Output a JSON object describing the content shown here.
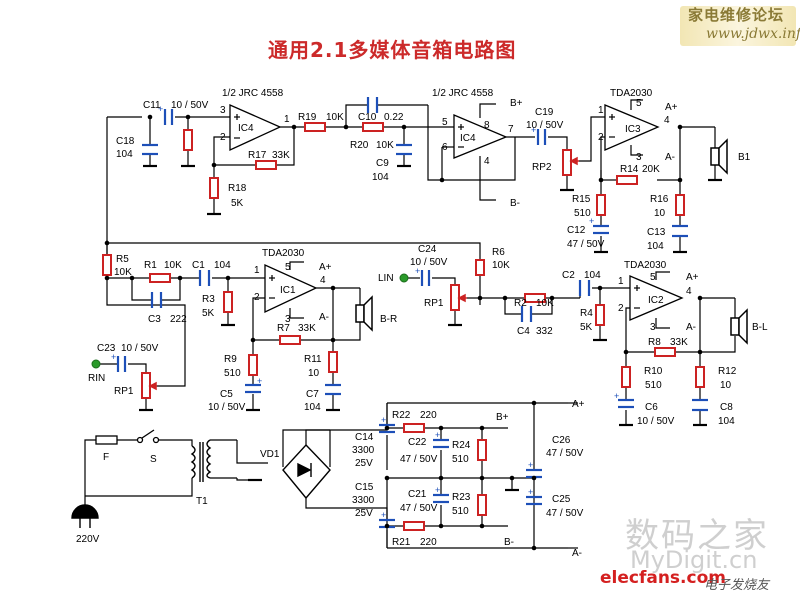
{
  "title": "通用2.1多媒体音箱电路图",
  "watermarks": {
    "top_cn": "家电维修论坛",
    "top_en": "www.jdwx.info",
    "mydigit_cn": "数码之家",
    "mydigit_en": "MyDigit.cn",
    "elecfans": "elecfans.com",
    "elecfans_cn": "电子发烧友"
  },
  "colors": {
    "title": "#cc2a2a",
    "wire": "#000000",
    "resistor": "#cc2222",
    "electrolytic": "#1d4fb8",
    "node": "#000000",
    "terminal": "#2a9a2a",
    "watermark_gray": "#cfcfcf",
    "elecfans": "#d42020"
  },
  "labels": [
    {
      "id": "ic4a_name",
      "text": "1/2 JRC 4558"
    },
    {
      "id": "ic4a",
      "text": "IC4"
    },
    {
      "id": "ic4a_p3",
      "text": "3"
    },
    {
      "id": "ic4a_p2",
      "text": "2"
    },
    {
      "id": "ic4a_p1",
      "text": "1"
    },
    {
      "id": "c11",
      "text": "C11"
    },
    {
      "id": "c11v",
      "text": "10 / 50V"
    },
    {
      "id": "c18",
      "text": "C18"
    },
    {
      "id": "c18v",
      "text": "104"
    },
    {
      "id": "r17",
      "text": "R17"
    },
    {
      "id": "r17v",
      "text": "33K"
    },
    {
      "id": "r18",
      "text": "R18"
    },
    {
      "id": "r18v",
      "text": "5K"
    },
    {
      "id": "r19",
      "text": "R19"
    },
    {
      "id": "r19v",
      "text": "10K"
    },
    {
      "id": "r20",
      "text": "R20"
    },
    {
      "id": "r20v",
      "text": "10K"
    },
    {
      "id": "c10",
      "text": "C10"
    },
    {
      "id": "c10v",
      "text": "0.22"
    },
    {
      "id": "c9",
      "text": "C9"
    },
    {
      "id": "c9v",
      "text": "104"
    },
    {
      "id": "ic4b_name",
      "text": "1/2 JRC 4558"
    },
    {
      "id": "ic4b",
      "text": "IC4"
    },
    {
      "id": "ic4b_p5",
      "text": "5"
    },
    {
      "id": "ic4b_p6",
      "text": "6"
    },
    {
      "id": "ic4b_p7",
      "text": "7"
    },
    {
      "id": "ic4b_p8",
      "text": "8"
    },
    {
      "id": "ic4b_p4",
      "text": "4"
    },
    {
      "id": "bplus1",
      "text": "B+"
    },
    {
      "id": "bminus1",
      "text": "B-"
    },
    {
      "id": "c19",
      "text": "C19"
    },
    {
      "id": "c19v",
      "text": "10 / 50V"
    },
    {
      "id": "rp2",
      "text": "RP2"
    },
    {
      "id": "ic3_name",
      "text": "TDA2030"
    },
    {
      "id": "ic3",
      "text": "IC3"
    },
    {
      "id": "ic3_p1",
      "text": "1"
    },
    {
      "id": "ic3_p2",
      "text": "2"
    },
    {
      "id": "ic3_p3",
      "text": "3"
    },
    {
      "id": "ic3_p4",
      "text": "4"
    },
    {
      "id": "ic3_p5",
      "text": "5"
    },
    {
      "id": "ic3_ap",
      "text": "A+"
    },
    {
      "id": "ic3_am",
      "text": "A-"
    },
    {
      "id": "r14",
      "text": "R14"
    },
    {
      "id": "r14v",
      "text": "20K"
    },
    {
      "id": "r15",
      "text": "R15"
    },
    {
      "id": "r15v",
      "text": "510"
    },
    {
      "id": "c12",
      "text": "C12"
    },
    {
      "id": "c12v",
      "text": "47 / 50V"
    },
    {
      "id": "r16",
      "text": "R16"
    },
    {
      "id": "r16v",
      "text": "10"
    },
    {
      "id": "c13",
      "text": "C13"
    },
    {
      "id": "c13v",
      "text": "104"
    },
    {
      "id": "b1",
      "text": "B1"
    },
    {
      "id": "r5",
      "text": "R5"
    },
    {
      "id": "r5v",
      "text": "10K"
    },
    {
      "id": "r1",
      "text": "R1"
    },
    {
      "id": "r1v",
      "text": "10K"
    },
    {
      "id": "c1",
      "text": "C1"
    },
    {
      "id": "c1v",
      "text": "104"
    },
    {
      "id": "c3",
      "text": "C3"
    },
    {
      "id": "c3v",
      "text": "222"
    },
    {
      "id": "r3",
      "text": "R3"
    },
    {
      "id": "r3v",
      "text": "5K"
    },
    {
      "id": "ic1_name",
      "text": "TDA2030"
    },
    {
      "id": "ic1",
      "text": "IC1"
    },
    {
      "id": "ic1_p1",
      "text": "1"
    },
    {
      "id": "ic1_p2",
      "text": "2"
    },
    {
      "id": "ic1_p3",
      "text": "3"
    },
    {
      "id": "ic1_p4",
      "text": "4"
    },
    {
      "id": "ic1_p5",
      "text": "5"
    },
    {
      "id": "ic1_ap",
      "text": "A+"
    },
    {
      "id": "ic1_am",
      "text": "A-"
    },
    {
      "id": "r7",
      "text": "R7"
    },
    {
      "id": "r7v",
      "text": "33K"
    },
    {
      "id": "r9",
      "text": "R9"
    },
    {
      "id": "r9v",
      "text": "510"
    },
    {
      "id": "c5",
      "text": "C5"
    },
    {
      "id": "c5v",
      "text": "10 / 50V"
    },
    {
      "id": "r11",
      "text": "R11"
    },
    {
      "id": "r11v",
      "text": "10"
    },
    {
      "id": "c7",
      "text": "C7"
    },
    {
      "id": "c7v",
      "text": "104"
    },
    {
      "id": "br",
      "text": "B-R"
    },
    {
      "id": "c23",
      "text": "C23"
    },
    {
      "id": "c23v",
      "text": "10 / 50V"
    },
    {
      "id": "rin",
      "text": "RIN"
    },
    {
      "id": "rp1a",
      "text": "RP1"
    },
    {
      "id": "c24",
      "text": "C24"
    },
    {
      "id": "c24v",
      "text": "10 / 50V"
    },
    {
      "id": "lin",
      "text": "LIN"
    },
    {
      "id": "rp1b",
      "text": "RP1"
    },
    {
      "id": "r6",
      "text": "R6"
    },
    {
      "id": "r6v",
      "text": "10K"
    },
    {
      "id": "r2",
      "text": "R2"
    },
    {
      "id": "r2v",
      "text": "10K"
    },
    {
      "id": "c4",
      "text": "C4"
    },
    {
      "id": "c4v",
      "text": "332"
    },
    {
      "id": "c2",
      "text": "C2"
    },
    {
      "id": "c2v",
      "text": "104"
    },
    {
      "id": "r4",
      "text": "R4"
    },
    {
      "id": "r4v",
      "text": "5K"
    },
    {
      "id": "ic2_name",
      "text": "TDA2030"
    },
    {
      "id": "ic2",
      "text": "IC2"
    },
    {
      "id": "ic2_p1",
      "text": "1"
    },
    {
      "id": "ic2_p2",
      "text": "2"
    },
    {
      "id": "ic2_p3",
      "text": "3"
    },
    {
      "id": "ic2_p4",
      "text": "4"
    },
    {
      "id": "ic2_p5",
      "text": "5"
    },
    {
      "id": "ic2_ap",
      "text": "A+"
    },
    {
      "id": "ic2_am",
      "text": "A-"
    },
    {
      "id": "r8",
      "text": "R8"
    },
    {
      "id": "r8v",
      "text": "33K"
    },
    {
      "id": "r10",
      "text": "R10"
    },
    {
      "id": "r10v",
      "text": "510"
    },
    {
      "id": "c6",
      "text": "C6"
    },
    {
      "id": "c6v",
      "text": "10 / 50V"
    },
    {
      "id": "r12",
      "text": "R12"
    },
    {
      "id": "r12v",
      "text": "10"
    },
    {
      "id": "c8",
      "text": "C8"
    },
    {
      "id": "c8v",
      "text": "104"
    },
    {
      "id": "bl",
      "text": "B-L"
    },
    {
      "id": "f",
      "text": "F"
    },
    {
      "id": "s",
      "text": "S"
    },
    {
      "id": "t1",
      "text": "T1"
    },
    {
      "id": "mains",
      "text": "220V"
    },
    {
      "id": "vd1",
      "text": "VD1"
    },
    {
      "id": "c14",
      "text": "C14"
    },
    {
      "id": "c14v",
      "text": "3300"
    },
    {
      "id": "c14v2",
      "text": "25V"
    },
    {
      "id": "c15",
      "text": "C15"
    },
    {
      "id": "c15v",
      "text": "3300"
    },
    {
      "id": "c15v2",
      "text": "25V"
    },
    {
      "id": "r22",
      "text": "R22"
    },
    {
      "id": "r22v",
      "text": "220"
    },
    {
      "id": "r21",
      "text": "R21"
    },
    {
      "id": "r21v",
      "text": "220"
    },
    {
      "id": "c22",
      "text": "C22"
    },
    {
      "id": "c22v",
      "text": "47 / 50V"
    },
    {
      "id": "c21",
      "text": "C21"
    },
    {
      "id": "c21v",
      "text": "47 / 50V"
    },
    {
      "id": "r24",
      "text": "R24"
    },
    {
      "id": "r24v",
      "text": "510"
    },
    {
      "id": "r23",
      "text": "R23"
    },
    {
      "id": "r23v",
      "text": "510"
    },
    {
      "id": "bplus2",
      "text": "B+"
    },
    {
      "id": "bminus2",
      "text": "B-"
    },
    {
      "id": "aplus",
      "text": "A+"
    },
    {
      "id": "aminus",
      "text": "A-"
    },
    {
      "id": "c26",
      "text": "C26"
    },
    {
      "id": "c26v",
      "text": "47 / 50V"
    },
    {
      "id": "c25",
      "text": "C25"
    },
    {
      "id": "c25v",
      "text": "47 / 50V"
    }
  ]
}
